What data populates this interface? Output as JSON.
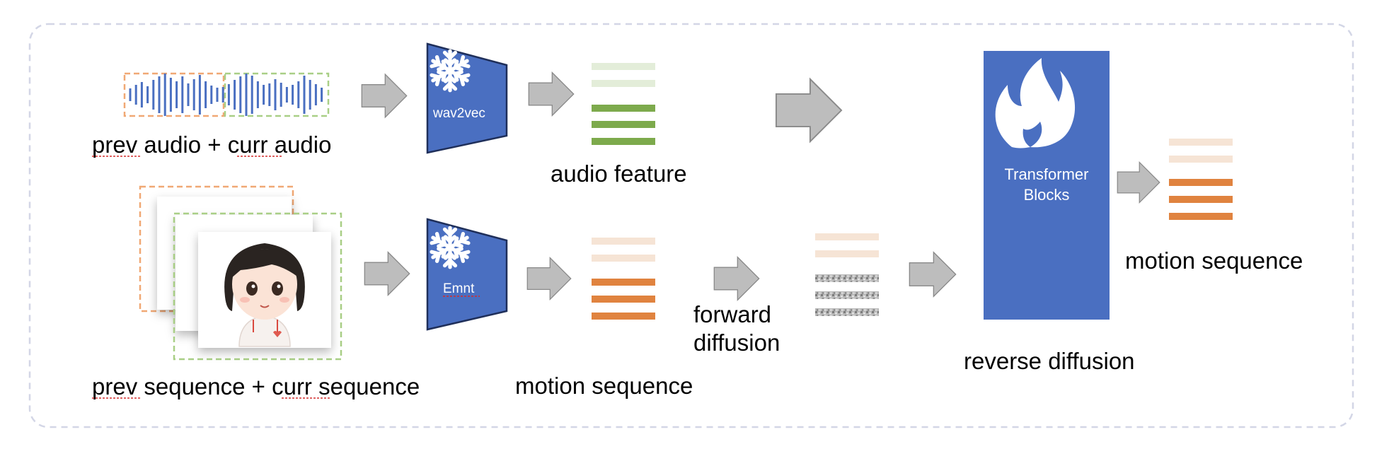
{
  "labels": {
    "audio_input": "prev audio + curr audio",
    "sequence_input": "prev sequence + curr sequence",
    "audio_feature": "audio feature",
    "motion_sequence_mid": "motion sequence",
    "forward_diffusion_line1": "forward",
    "forward_diffusion_line2": "diffusion",
    "reverse_diffusion": "reverse diffusion",
    "motion_sequence_out": "motion sequence"
  },
  "blocks": {
    "audio_encoder": "wav2vec",
    "motion_encoder": "Emnt",
    "transformer_line1": "Transformer",
    "transformer_line2": "Blocks"
  },
  "icons": {
    "frozen": "snowflake-icon",
    "trainable": "flame-icon"
  },
  "colors": {
    "block_blue": "#4A6FC1",
    "arrow_gray": "#BDBDBD",
    "audio_green": "#7DAA4C",
    "audio_green_light": "#E3EDD9",
    "motion_orange": "#E0833F",
    "motion_orange_light": "#F6E4D5",
    "waveform_blue": "#4A6FC1",
    "prev_box_orange": "#F0A874",
    "curr_box_green": "#A9CF86"
  }
}
